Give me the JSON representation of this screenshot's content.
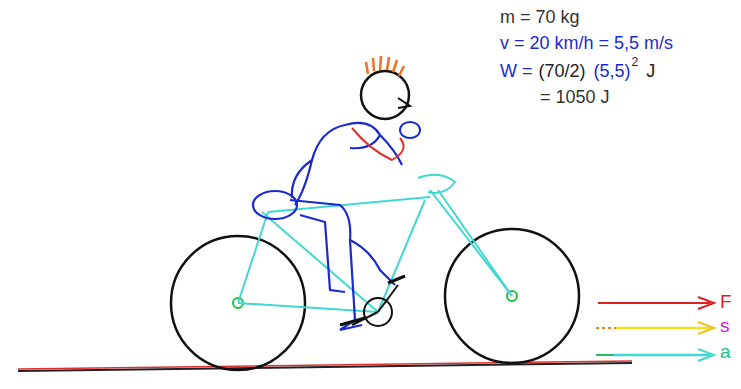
{
  "diagram": {
    "labels": [
      "m = 70 kg",
      "v = 20 km/h = 5,5 m/s",
      "W =",
      "(70/2)",
      "(5,5)",
      "2",
      "J",
      "= 1050 J",
      "F",
      "s",
      "a"
    ]
  }
}
